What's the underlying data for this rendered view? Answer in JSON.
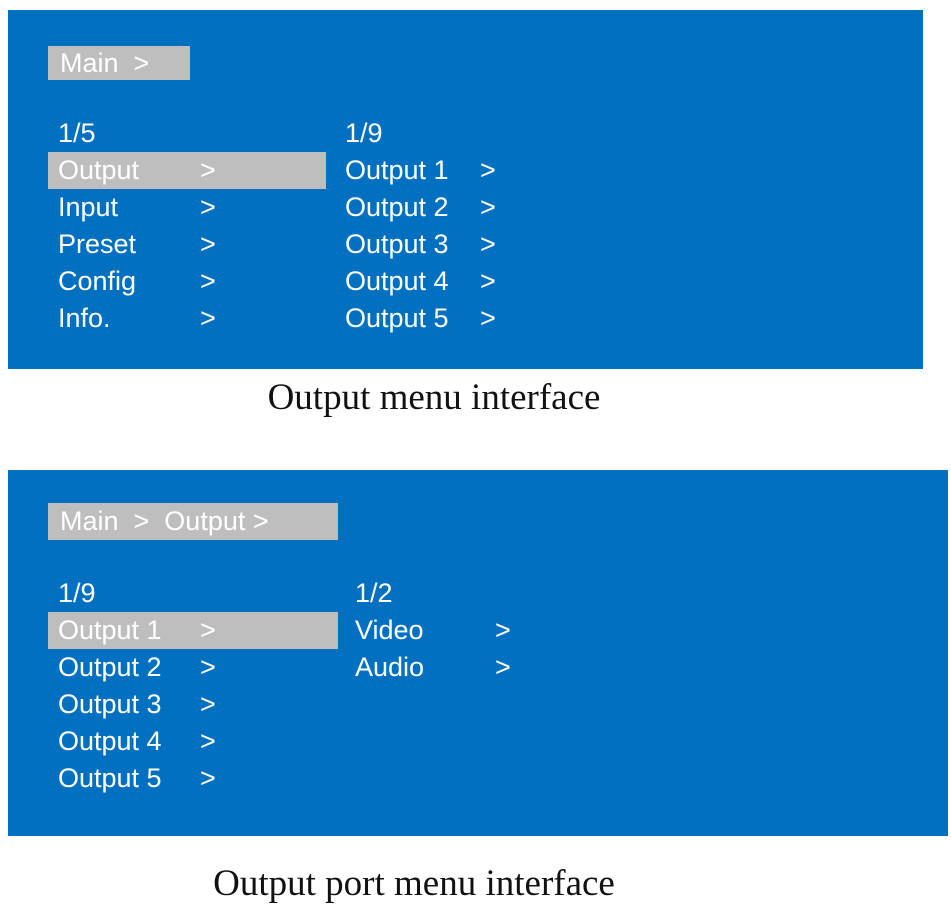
{
  "colors": {
    "panel_bg": "#0170C0",
    "highlight_bg": "#BEBEBE",
    "menu_text": "#FFFFFF",
    "caption_text": "#111111"
  },
  "figure1": {
    "breadcrumb": "Main  >",
    "caption": "Output menu interface",
    "left_column": {
      "page_indicator": "1/5",
      "items": [
        {
          "label": "Output",
          "arrow": ">",
          "selected": true
        },
        {
          "label": "Input",
          "arrow": ">",
          "selected": false
        },
        {
          "label": "Preset",
          "arrow": ">",
          "selected": false
        },
        {
          "label": "Config",
          "arrow": ">",
          "selected": false
        },
        {
          "label": "Info.",
          "arrow": ">",
          "selected": false
        }
      ]
    },
    "right_column": {
      "page_indicator": "1/9",
      "items": [
        {
          "label": "Output 1",
          "arrow": ">",
          "selected": false
        },
        {
          "label": "Output 2",
          "arrow": ">",
          "selected": false
        },
        {
          "label": "Output 3",
          "arrow": ">",
          "selected": false
        },
        {
          "label": "Output 4",
          "arrow": ">",
          "selected": false
        },
        {
          "label": "Output 5",
          "arrow": ">",
          "selected": false
        }
      ]
    }
  },
  "figure2": {
    "breadcrumb": "Main  >  Output >",
    "caption": "Output port menu interface",
    "left_column": {
      "page_indicator": "1/9",
      "items": [
        {
          "label": "Output 1",
          "arrow": ">",
          "selected": true
        },
        {
          "label": "Output 2",
          "arrow": ">",
          "selected": false
        },
        {
          "label": "Output 3",
          "arrow": ">",
          "selected": false
        },
        {
          "label": "Output 4",
          "arrow": ">",
          "selected": false
        },
        {
          "label": "Output 5",
          "arrow": ">",
          "selected": false
        }
      ]
    },
    "right_column": {
      "page_indicator": "1/2",
      "items": [
        {
          "label": "Video",
          "arrow": ">",
          "selected": false
        },
        {
          "label": "Audio",
          "arrow": ">",
          "selected": false
        }
      ]
    }
  }
}
